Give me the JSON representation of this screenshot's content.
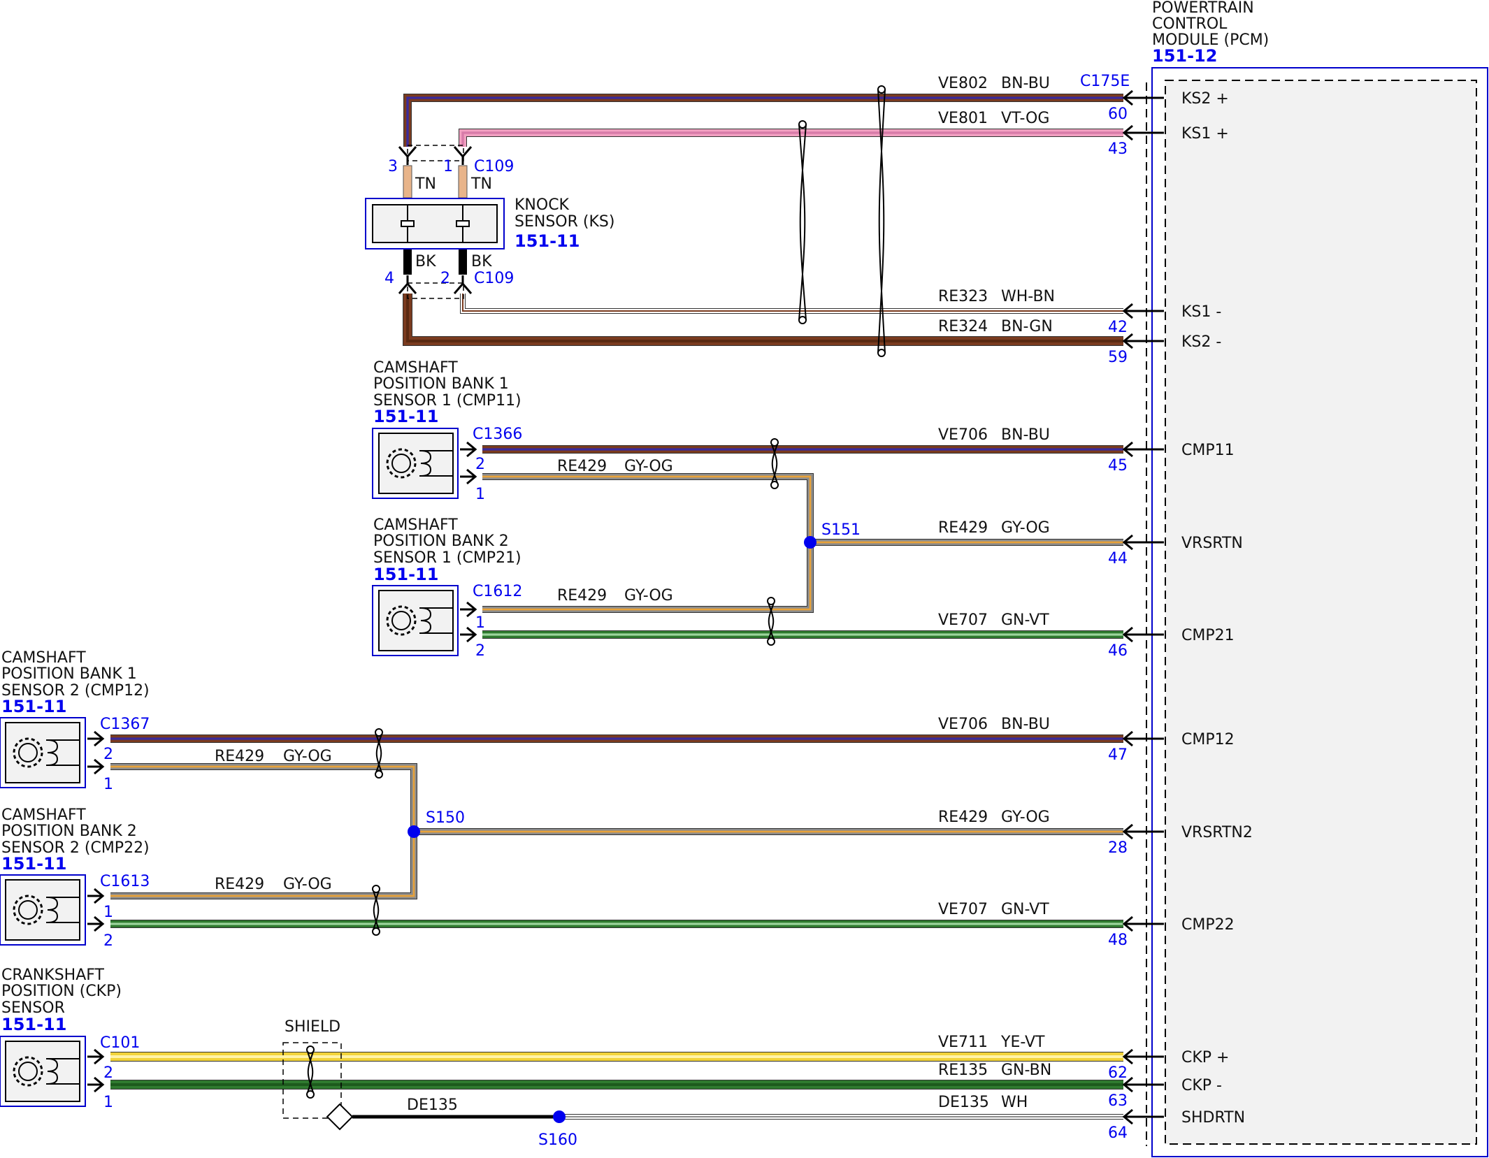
{
  "pcm": {
    "title": [
      "POWERTRAIN",
      "CONTROL",
      "MODULE (PCM)"
    ],
    "ref": "151-12"
  },
  "knock_sensor": {
    "title": [
      "KNOCK",
      "SENSOR (KS)"
    ],
    "ref": "151-11",
    "top_connector": "C109",
    "bottom_connector": "C109",
    "pins": [
      "3",
      "1",
      "4",
      "2"
    ],
    "wire_colors": [
      "TN",
      "TN",
      "BK",
      "BK"
    ]
  },
  "cmp11": {
    "title": [
      "CAMSHAFT",
      "POSITION BANK 1",
      "SENSOR 1 (CMP11)"
    ],
    "ref": "151-11",
    "connector": "C1366",
    "pins": [
      "2",
      "1"
    ]
  },
  "cmp21": {
    "title": [
      "CAMSHAFT",
      "POSITION BANK 2",
      "SENSOR 1 (CMP21)"
    ],
    "ref": "151-11",
    "connector": "C1612",
    "pins": [
      "1",
      "2"
    ]
  },
  "cmp12": {
    "title": [
      "CAMSHAFT",
      "POSITION BANK 1",
      "SENSOR 2 (CMP12)"
    ],
    "ref": "151-11",
    "connector": "C1367",
    "pins": [
      "2",
      "1"
    ]
  },
  "cmp22": {
    "title": [
      "CAMSHAFT",
      "POSITION BANK 2",
      "SENSOR 2 (CMP22)"
    ],
    "ref": "151-11",
    "connector": "C1613",
    "pins": [
      "1",
      "2"
    ]
  },
  "ckp": {
    "title": [
      "CRANKSHAFT",
      "POSITION (CKP)",
      "SENSOR"
    ],
    "ref": "151-11",
    "connector": "C101",
    "pins": [
      "2",
      "1"
    ]
  },
  "pcm_connector": "C175E",
  "pcm_circuits": [
    {
      "circuit": "VE802",
      "color": "BN-BU",
      "pin": "60",
      "label": "KS2 +"
    },
    {
      "circuit": "VE801",
      "color": "VT-OG",
      "pin": "43",
      "label": "KS1 +"
    },
    {
      "circuit": "RE323",
      "color": "WH-BN",
      "pin": "42",
      "label": "KS1 -"
    },
    {
      "circuit": "RE324",
      "color": "BN-GN",
      "pin": "59",
      "label": "KS2 -"
    },
    {
      "circuit": "VE706",
      "color": "BN-BU",
      "pin": "45",
      "label": "CMP11"
    },
    {
      "circuit": "RE429",
      "color": "GY-OG",
      "pin": "44",
      "label": "VRSRTN"
    },
    {
      "circuit": "VE707",
      "color": "GN-VT",
      "pin": "46",
      "label": "CMP21"
    },
    {
      "circuit": "VE706",
      "color": "BN-BU",
      "pin": "47",
      "label": "CMP12"
    },
    {
      "circuit": "RE429",
      "color": "GY-OG",
      "pin": "28",
      "label": "VRSRTN2"
    },
    {
      "circuit": "VE707",
      "color": "GN-VT",
      "pin": "48",
      "label": "CMP22"
    },
    {
      "circuit": "VE711",
      "color": "YE-VT",
      "pin": "62",
      "label": "CKP +"
    },
    {
      "circuit": "RE135",
      "color": "GN-BN",
      "pin": "63",
      "label": "CKP -"
    },
    {
      "circuit": "DE135",
      "color": "WH",
      "pin": "64",
      "label": "SHDRTN"
    }
  ],
  "splice_runs": [
    {
      "circuit": "RE429",
      "color": "GY-OG"
    },
    {
      "circuit": "RE429",
      "color": "GY-OG"
    },
    {
      "circuit": "RE429",
      "color": "GY-OG"
    },
    {
      "circuit": "RE429",
      "color": "GY-OG"
    }
  ],
  "splices": [
    "S151",
    "S150",
    "S160"
  ],
  "shield": {
    "label": "SHIELD",
    "drain": "DE135"
  },
  "colors": {
    "label_blue": "#0000ee",
    "module_fill": "#f2f2f2",
    "brown": "#7a3b1f",
    "blue": "#3a2a9c",
    "pink": "#f0a0c0",
    "gray": "#8c8c8c",
    "orange": "#e8a23a",
    "green": "#2f7a2f",
    "yellow": "#f2d33a",
    "tan": "#e8b48a"
  }
}
